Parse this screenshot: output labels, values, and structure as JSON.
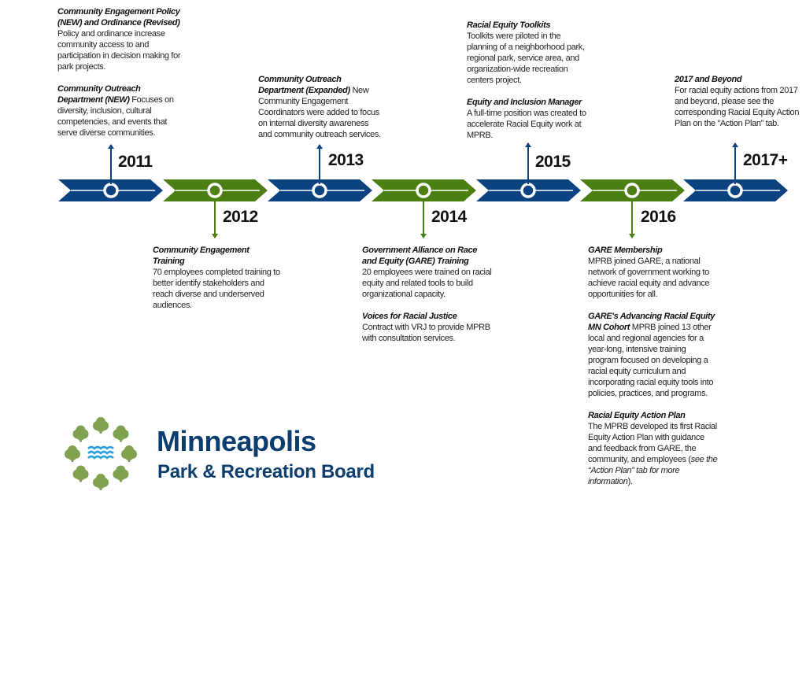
{
  "colors": {
    "blue": "#0b4381",
    "green": "#4b7f12",
    "logo_tree": "#7fa150",
    "logo_water": "#2a9fd8",
    "logo_text": "#0b3d6e"
  },
  "timeline": [
    {
      "year": "2011",
      "color": "blue",
      "side": "top",
      "entries": [
        {
          "title": "Community Engagement Policy (NEW) and Ordinance (Revised)",
          "title_block": true,
          "body": "Policy and ordinance increase community access to and participation in decision making for park projects."
        },
        {
          "title": "Community Outreach Department (NEW)",
          "title_block": false,
          "body": "Focuses on diversity, inclusion, cultural competencies, and events that serve diverse communities."
        }
      ]
    },
    {
      "year": "2012",
      "color": "green",
      "side": "bottom",
      "entries": [
        {
          "title": "Community Engagement Training",
          "title_block": true,
          "body": "70 employees completed training to better identify stakeholders and reach diverse and underserved audiences."
        }
      ]
    },
    {
      "year": "2013",
      "color": "blue",
      "side": "top",
      "entries": [
        {
          "title": "Community Outreach Department (Expanded)",
          "title_block": false,
          "body": "New Community Engagement Coordinators were added to focus on internal diversity awareness and community outreach services."
        }
      ]
    },
    {
      "year": "2014",
      "color": "green",
      "side": "bottom",
      "entries": [
        {
          "title": "Government Alliance on Race and Equity (GARE) Training",
          "title_block": true,
          "body": "20 employees were trained on racial equity and related tools to build organizational capacity."
        },
        {
          "title": "Voices for Racial Justice",
          "title_block": true,
          "body": "Contract with VRJ to provide MPRB with consultation services."
        }
      ]
    },
    {
      "year": "2015",
      "color": "blue",
      "side": "top",
      "entries": [
        {
          "title": "Racial Equity Toolkits",
          "title_block": true,
          "body": "Toolkits were piloted in the planning of a neighborhood park, regional park, service area, and organization-wide recreation centers project."
        },
        {
          "title": "Equity and Inclusion Manager",
          "title_block": true,
          "body": "A full-time position was created to accelerate Racial Equity work at MPRB."
        }
      ]
    },
    {
      "year": "2016",
      "color": "green",
      "side": "bottom",
      "entries": [
        {
          "title": "GARE Membership",
          "title_block": true,
          "body": "MPRB joined GARE, a national network of government working to achieve racial equity and advance opportunities for all."
        },
        {
          "title": "GARE's Advancing Racial Equity MN Cohort",
          "title_block": false,
          "body": "MPRB joined 13 other local and regional agencies for a year-long, intensive training program focused on developing a racial equity curriculum and incorporating racial equity tools into policies, practices, and programs."
        },
        {
          "title": "Racial Equity Action Plan",
          "title_block": true,
          "body": "The MPRB developed its first Racial Equity Action Plan with guidance and feedback from GARE, the community, and employees (",
          "body_italic": "see the “Action Plan” tab for more information",
          "body_end": ")."
        }
      ]
    },
    {
      "year": "2017+",
      "color": "blue",
      "side": "top",
      "entries": [
        {
          "title": "2017 and Beyond",
          "title_block": true,
          "body": "For racial equity actions from 2017 and beyond, please see the corresponding Racial Equity Action Plan on the “Action Plan” tab."
        }
      ]
    }
  ],
  "logo": {
    "title": "Minneapolis",
    "subtitle": "Park & Recreation Board"
  }
}
